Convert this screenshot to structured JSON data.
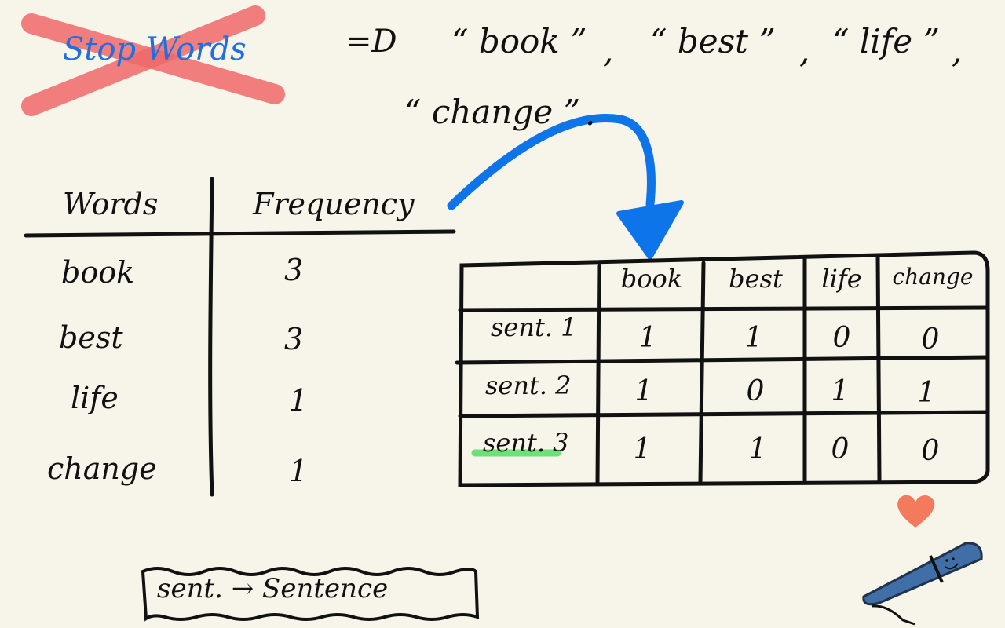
{
  "stop_words": {
    "label": "Stop Words",
    "arrow": "=D",
    "items": [
      "“ book ”",
      "“ best ”",
      "“ life ”",
      "“ change ”"
    ],
    "separators": [
      ",",
      ",",
      ",",
      "."
    ]
  },
  "frequency_table": {
    "headers": [
      "Words",
      "Frequency"
    ],
    "rows": [
      {
        "word": "book",
        "freq": "3"
      },
      {
        "word": "best",
        "freq": "3"
      },
      {
        "word": "life",
        "freq": "1"
      },
      {
        "word": "change",
        "freq": "1"
      }
    ]
  },
  "matrix": {
    "columns": [
      "book",
      "best",
      "life",
      "change"
    ],
    "rows": [
      {
        "label": "sent. 1",
        "values": [
          "1",
          "1",
          "0",
          "0"
        ]
      },
      {
        "label": "sent. 2",
        "values": [
          "1",
          "0",
          "1",
          "1"
        ]
      },
      {
        "label": "sent. 3",
        "values": [
          "1",
          "1",
          "0",
          "0"
        ]
      }
    ]
  },
  "legend": {
    "text": "sent. → Sentence"
  },
  "colors": {
    "background": "#f7f4e9",
    "ink": "#111111",
    "stop_label": "#1f6fe0",
    "strike": "#f06a6a",
    "arrow": "#0d74ea",
    "highlight": "#5ee06a",
    "heart": "#f47a5e",
    "pen": "#3f6fa6"
  }
}
